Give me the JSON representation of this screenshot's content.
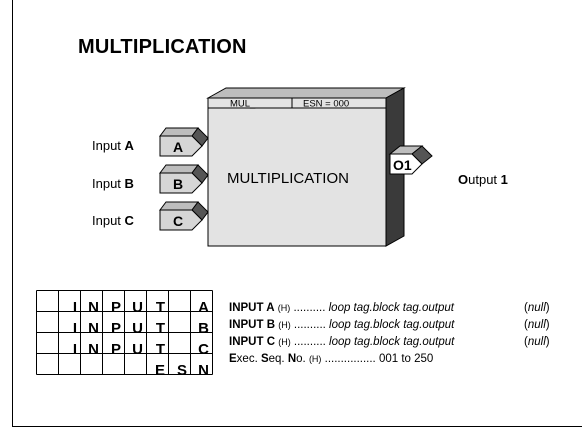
{
  "title": "MULTIPLICATION",
  "block": {
    "name": "MUL_",
    "esn": "ESN = 000",
    "label": "MULTIPLICATION"
  },
  "inputs": [
    {
      "text": "Input ",
      "letter": "A",
      "port": "A"
    },
    {
      "text": "Input ",
      "letter": "B",
      "port": "B"
    },
    {
      "text": "Input ",
      "letter": "C",
      "port": "C"
    }
  ],
  "output": {
    "port": "O1",
    "first": "O",
    "rest": "utput ",
    "num": "1"
  },
  "grid_rows": [
    [
      "",
      "I",
      "N",
      "P",
      "U",
      "T",
      "",
      "A"
    ],
    [
      "",
      "I",
      "N",
      "P",
      "U",
      "T",
      "",
      "B"
    ],
    [
      "",
      "I",
      "N",
      "P",
      "U",
      "T",
      "",
      "C"
    ],
    [
      "",
      "",
      "",
      "",
      "",
      "E",
      "S",
      "N"
    ]
  ],
  "params": [
    {
      "name": "INPUT A",
      "h": "(H)",
      "dots": " .......... ",
      "value": "loop tag.block tag.output",
      "default": "null"
    },
    {
      "name": "INPUT B",
      "h": "(H)",
      "dots": " .......... ",
      "value": "loop tag.block tag.output",
      "default": "null"
    },
    {
      "name": "INPUT C",
      "h": "(H)",
      "dots": " .......... ",
      "value": "loop tag.block tag.output",
      "default": "null"
    }
  ],
  "esn_param": {
    "e": "E",
    "xec": "xec. ",
    "s": "S",
    "eq": "eq. ",
    "n": "N",
    "o": "o. ",
    "h": "(H)",
    "dots": " ................ ",
    "range": "001 to 250"
  },
  "colors": {
    "block_face": "#e3e3e3",
    "block_side": "#3a3a3a",
    "port_face": "#d6d6d6",
    "port_side": "#555555"
  }
}
